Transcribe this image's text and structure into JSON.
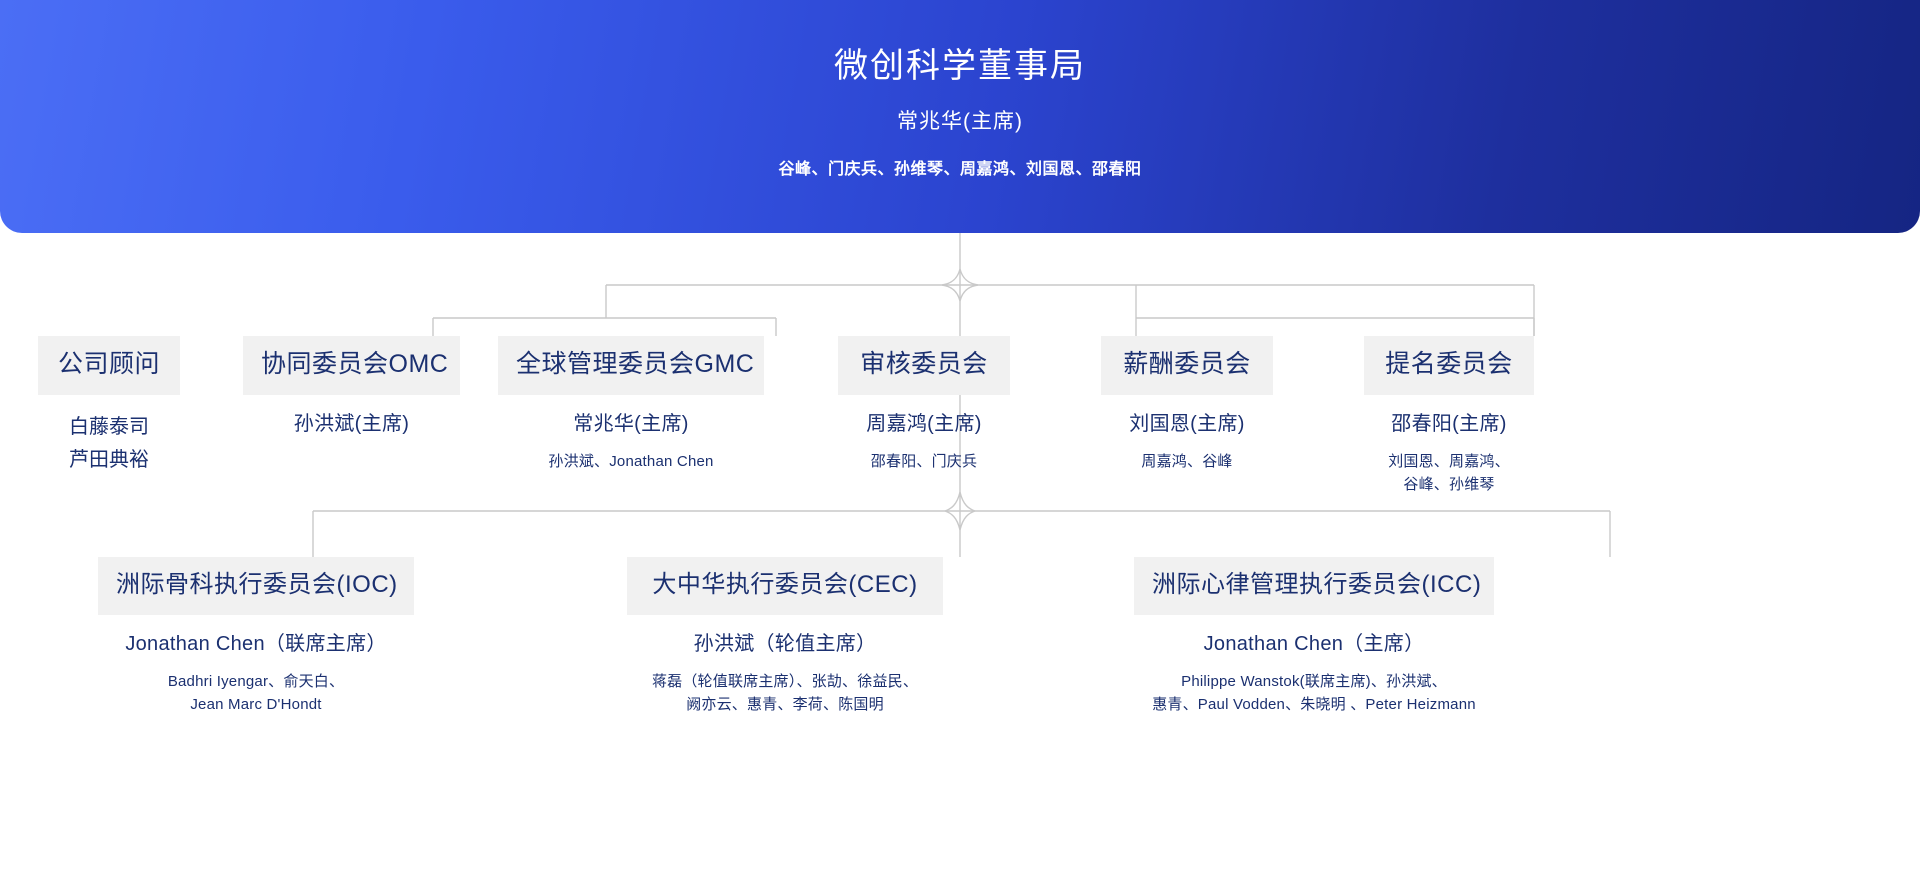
{
  "board": {
    "title": "微创科学董事局",
    "chair": "常兆华(主席)",
    "members": "谷峰、门庆兵、孙维琴、周嘉鸿、刘国恩、邵春阳"
  },
  "colors": {
    "banner_from": "#4b6ef5",
    "banner_to": "#152583",
    "node_head_bg": "#f1f1f1",
    "text_navy": "#1b3070",
    "connector": "#c9c9c9",
    "star": "#f5264e"
  },
  "row2": [
    {
      "id": "advisor",
      "title": "公司顾问",
      "chair": "",
      "advisors": [
        "白藤泰司",
        "芦田典裕"
      ],
      "members": []
    },
    {
      "id": "omc",
      "title": "协同委员会OMC",
      "chair": "孙洪斌(主席)",
      "advisors": [],
      "members": []
    },
    {
      "id": "gmc",
      "title": "全球管理委员会GMC",
      "chair": "常兆华(主席)",
      "advisors": [],
      "members": [
        "孙洪斌、Jonathan Chen"
      ]
    },
    {
      "id": "audit",
      "title": "审核委员会",
      "chair": "周嘉鸿(主席)",
      "advisors": [],
      "members": [
        "邵春阳、门庆兵"
      ]
    },
    {
      "id": "comp",
      "title": "薪酬委员会",
      "chair": "刘国恩(主席)",
      "advisors": [],
      "members": [
        "周嘉鸿、谷峰"
      ]
    },
    {
      "id": "nomin",
      "title": "提名委员会",
      "chair": "邵春阳(主席)",
      "advisors": [],
      "members": [
        "刘国恩、周嘉鸿、",
        "谷峰、孙维琴"
      ]
    }
  ],
  "row3": [
    {
      "id": "ioc",
      "title": "洲际骨科执行委员会(IOC)",
      "chair": "Jonathan Chen（联席主席）",
      "members": [
        "Badhri Iyengar、俞天白、",
        "Jean Marc D'Hondt"
      ]
    },
    {
      "id": "cec",
      "title": "大中华执行委员会(CEC)",
      "chair": "孙洪斌（轮值主席）",
      "members": [
        "蒋磊（轮值联席主席）、张劼、徐益民、",
        "阙亦云、惠青、李荷、陈国明"
      ]
    },
    {
      "id": "icc",
      "title": "洲际心律管理执行委员会(ICC)",
      "chair": "Jonathan Chen（主席）",
      "members": [
        "Philippe Wanstok(联席主席)、孙洪斌、",
        "惠青、Paul Vodden、朱晓明 、Peter Heizmann"
      ]
    }
  ],
  "connectors": {
    "star_upper_label": "connector-node-upper",
    "star_lower_label": "connector-node-lower"
  }
}
